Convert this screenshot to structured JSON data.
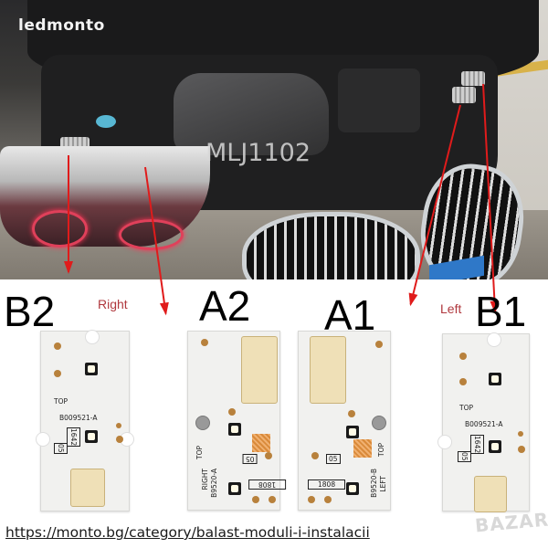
{
  "photo": {
    "watermark": "ledmonto",
    "model_code": "MLJ1102"
  },
  "labels": {
    "b2": "B2",
    "right": "Right",
    "a2": "A2",
    "a1": "A1",
    "left": "Left",
    "b1": "B1"
  },
  "boards": {
    "b2": {
      "top": "TOP",
      "part": "B009521-A",
      "code1": "05",
      "code2": "1642"
    },
    "a2": {
      "top": "TOP",
      "part": "B9520-A",
      "side": "RIGHT",
      "code1": "05",
      "code2": "1808"
    },
    "a1": {
      "top": "TOP",
      "part": "B9520-B",
      "side": "LEFT",
      "code1": "05",
      "code2": "1808"
    },
    "b1": {
      "top": "TOP",
      "part": "B009521-A",
      "code1": "05",
      "code2": "1642"
    }
  },
  "footer": {
    "url": "https://monto.bg/category/balast-moduli-i-instalacii",
    "badge": "BAZAR"
  },
  "colors": {
    "arrow": "#e01b1b",
    "side_label": "#b0383e",
    "pcb": "#f1f1ef",
    "connector": "#efe0b7"
  }
}
